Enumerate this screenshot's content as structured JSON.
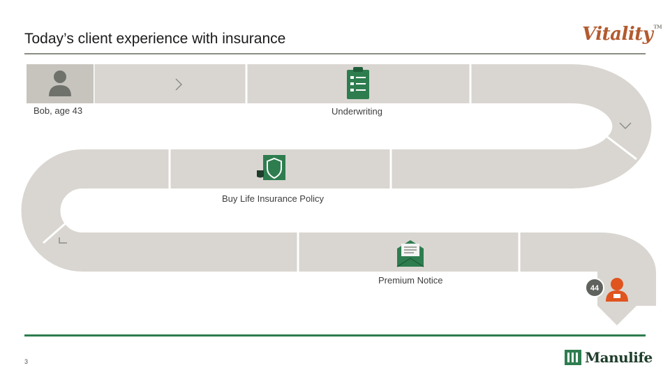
{
  "header": {
    "title": "Today’s client experience with insurance",
    "brand_logo": "Vitality",
    "brand_tm": "TM"
  },
  "journey": {
    "start_label": "Bob, age 43",
    "steps": [
      {
        "label": "Underwriting",
        "icon": "clipboard-icon"
      },
      {
        "label": "Buy Life Insurance Policy",
        "icon": "shield-icon"
      },
      {
        "label": "Premium Notice",
        "icon": "envelope-icon"
      }
    ],
    "end_badge": "44"
  },
  "footer": {
    "page_number": "3",
    "company_logo": "Manulife"
  },
  "colors": {
    "road": "#d9d6d1",
    "road_divider": "#ffffff",
    "accent_green": "#2e7d4f",
    "person_orange": "#e0541f",
    "person_grey": "#7a7d74",
    "badge_grey": "#5f625d",
    "vitality_orange": "#b35a2f"
  }
}
